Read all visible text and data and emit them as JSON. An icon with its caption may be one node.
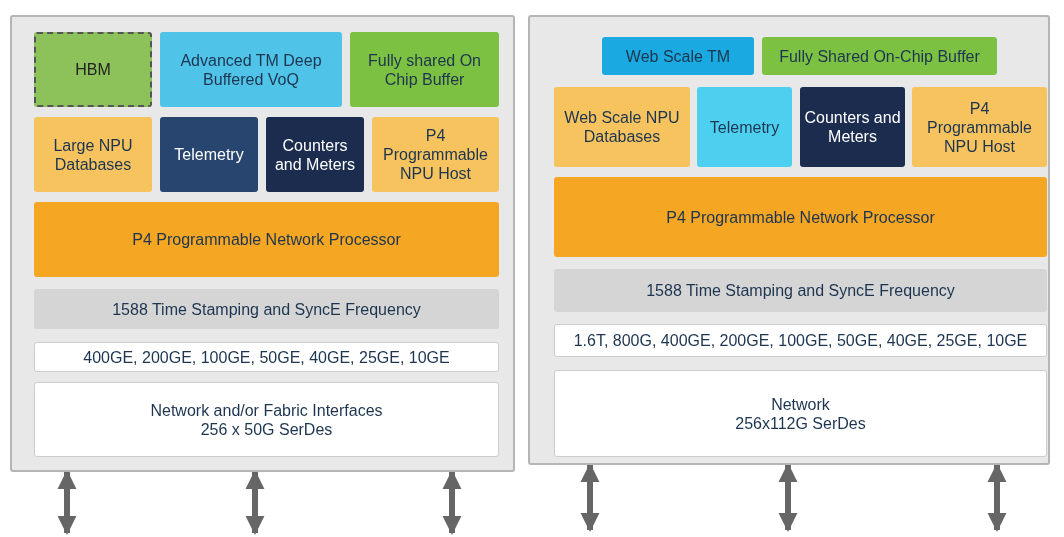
{
  "diagram": {
    "nodes": [
      {
        "text": [],
        "shape": "box"
      },
      {
        "text": [
          "HBM"
        ],
        "in": 0
      },
      {
        "text": [
          "Advanced TM Deep Buffered VoQ"
        ],
        "in": 0
      },
      {
        "text": [
          "Fully shared On Chip Buffer"
        ],
        "in": 0
      },
      {
        "text": [
          "Large NPU Databases"
        ],
        "in": 0
      },
      {
        "text": [
          "Telemetry"
        ],
        "in": 0
      },
      {
        "text": [
          "Counters and Meters"
        ],
        "in": 0
      },
      {
        "text": [
          "P4 Programmable NPU Host"
        ],
        "in": 0
      },
      {
        "text": [
          "P4 Programmable Network Processor"
        ],
        "in": 0
      },
      {
        "text": [
          "1588 Time Stamping and SyncE Frequency"
        ],
        "in": 0
      },
      {
        "text": [
          "400GE, 200GE, 100GE, 50GE, 40GE, 25GE, 10GE"
        ],
        "in": 0
      },
      {
        "text": [
          "Network and/or Fabric Interfaces",
          "256 x 50G SerDes"
        ],
        "in": 0
      },
      {
        "text": [],
        "shape": "box"
      },
      {
        "text": [
          "Web Scale TM"
        ],
        "in": 12
      },
      {
        "text": [
          "Fully Shared On-Chip Buffer"
        ],
        "in": 12
      },
      {
        "text": [
          "Web Scale NPU Databases"
        ],
        "in": 12
      },
      {
        "text": [
          "Telemetry"
        ],
        "in": 12
      },
      {
        "text": [
          "Counters and Meters"
        ],
        "in": 12
      },
      {
        "text": [
          "P4 Programmable NPU Host"
        ],
        "in": 12
      },
      {
        "text": [
          "P4 Programmable Network Processor"
        ],
        "in": 12
      },
      {
        "text": [
          "1588 Time Stamping and SyncE Frequency"
        ],
        "in": 12
      },
      {
        "text": [
          "1.6T, 800G, 400GE, 200GE, 100GE, 50GE, 40GE, 25GE, 10GE"
        ],
        "in": 12
      },
      {
        "text": [
          "Network",
          "256x112G SerDes"
        ],
        "in": 12
      }
    ],
    "edges": [
      {
        "from": 0,
        "to": null,
        "arrow": "both"
      },
      {
        "from": 0,
        "to": null,
        "arrow": "both"
      },
      {
        "from": 0,
        "to": null,
        "arrow": "both"
      },
      {
        "from": 12,
        "to": null,
        "arrow": "both"
      },
      {
        "from": 12,
        "to": null,
        "arrow": "both"
      },
      {
        "from": 12,
        "to": null,
        "arrow": "both"
      }
    ]
  }
}
